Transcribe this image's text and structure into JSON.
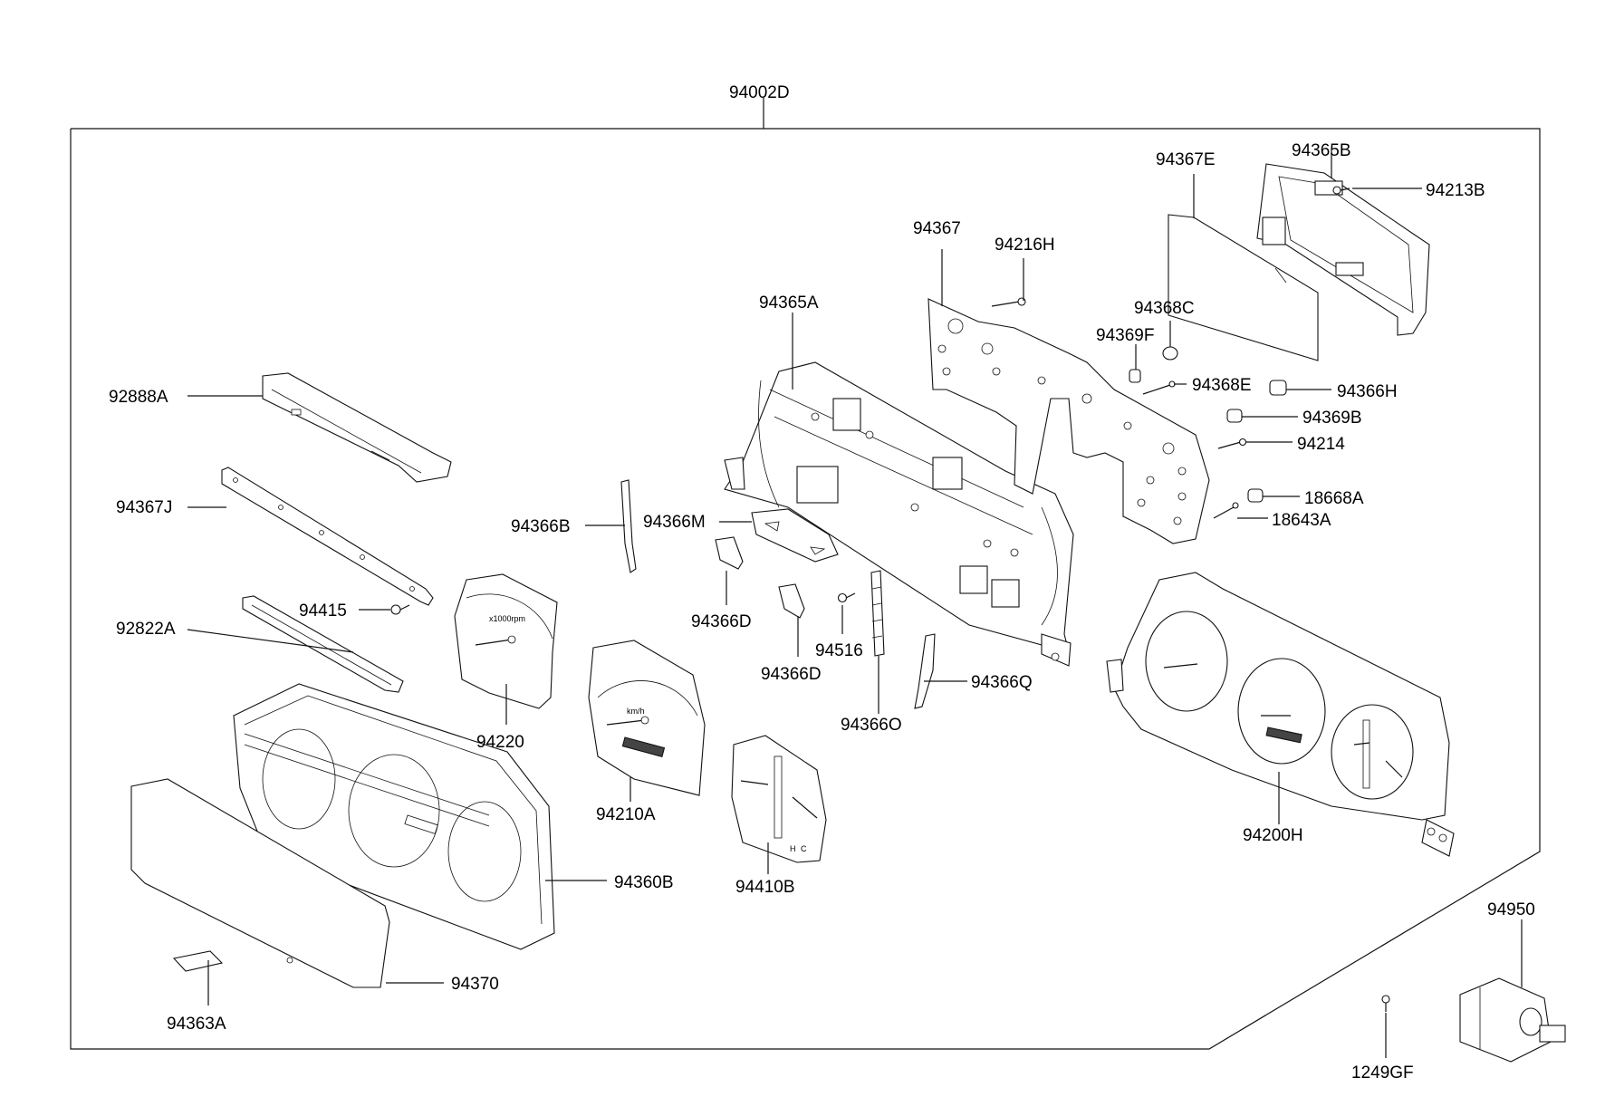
{
  "labels": {
    "top": "94002D",
    "l92888A": "92888A",
    "l94367J": "94367J",
    "l94415": "94415",
    "l92822A": "92822A",
    "l94220": "94220",
    "l94366B": "94366B",
    "l94366M": "94366M",
    "l94366D_a": "94366D",
    "l94366D_b": "94366D",
    "l94516": "94516",
    "l94366O": "94366O",
    "l94366Q": "94366Q",
    "l94210A": "94210A",
    "l94410B": "94410B",
    "l94360B": "94360B",
    "l94370": "94370",
    "l94363A": "94363A",
    "l94365A": "94365A",
    "l94367": "94367",
    "l94216H": "94216H",
    "l94367E": "94367E",
    "l94365B": "94365B",
    "l94213B": "94213B",
    "l94368C": "94368C",
    "l94369F": "94369F",
    "l94368E": "94368E",
    "l94366H": "94366H",
    "l94369B": "94369B",
    "l94214": "94214",
    "l18668A": "18668A",
    "l18643A": "18643A",
    "l94200H": "94200H",
    "l94950": "94950",
    "l1249GF": "1249GF"
  },
  "dial_text": {
    "rpm": "x1000rpm",
    "kmh": "km/h",
    "h": "H",
    "c": "C"
  }
}
